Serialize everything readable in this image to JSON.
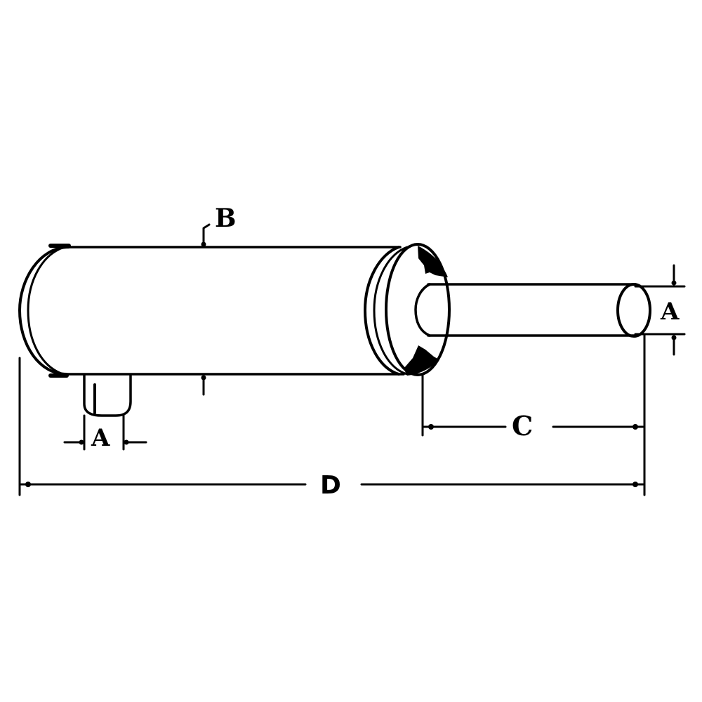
{
  "diagram": {
    "type": "technical-dimension-drawing",
    "subject": "muffler",
    "colors": {
      "line": "#000000",
      "background": "#ffffff"
    },
    "labels": {
      "inlet_diameter": "A",
      "outlet_diameter": "A",
      "body_diameter": "B",
      "outlet_pipe_length": "C",
      "overall_length": "D"
    }
  }
}
